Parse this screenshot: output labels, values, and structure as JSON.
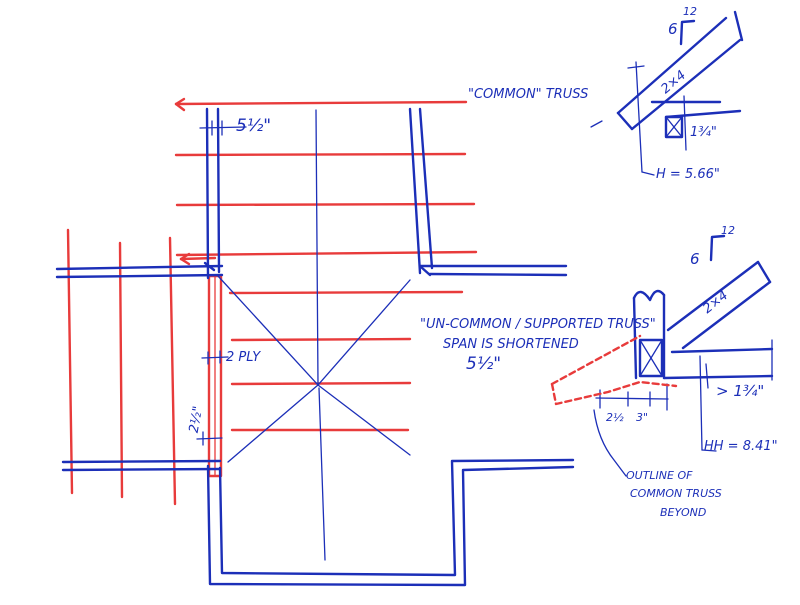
{
  "notes": {
    "common_truss": "\"COMMON\" TRUSS",
    "uncommon_line1": "\"UN-COMMON / SUPPORTED TRUSS\"",
    "uncommon_line2": "SPAN IS SHORTENED",
    "uncommon_dim": "5½\"",
    "outline_line1": "OUTLINE OF",
    "outline_line2": "COMMON TRUSS",
    "outline_line3": "BEYOND"
  },
  "dims": {
    "top_dim": "5½\"",
    "two_ply": "2 PLY",
    "two_half": "2½\"",
    "pitch_rise_top": "6",
    "pitch_run_top": "12",
    "lumber_top": "2×4",
    "bearing_top": "1¾\"",
    "height_top": "H = 5.66\"",
    "pitch_rise_bottom": "6",
    "pitch_run_bottom": "12",
    "lumber_bottom": "2×4",
    "bearing_bottom": "> 1¾\"",
    "seat_a": "2½",
    "seat_b": "3\"",
    "height_bottom": "HH = 8.41\""
  }
}
